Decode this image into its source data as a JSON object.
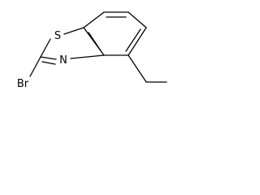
{
  "molecule": {
    "atoms": {
      "sulfur": "S",
      "nitrogen": "N",
      "bromine": "Br"
    }
  },
  "colors": {
    "bond": "#000000",
    "label": "#000000",
    "background": "#ffffff"
  }
}
